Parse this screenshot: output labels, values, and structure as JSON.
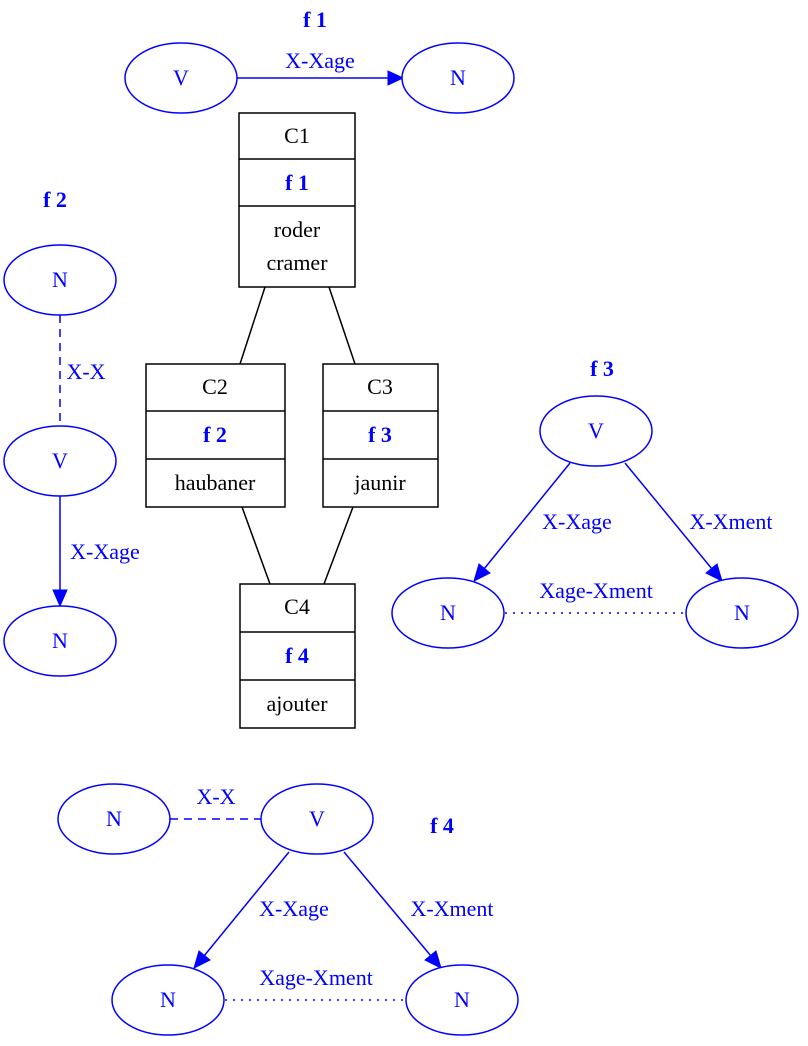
{
  "colors": {
    "graph": "#0000ff",
    "lattice": "#000000",
    "background": "#ffffff"
  },
  "f1": {
    "title": "f 1",
    "nodes": {
      "v": "V",
      "n": "N"
    },
    "edges": {
      "v_n": "X-Xage"
    }
  },
  "f2": {
    "title": "f 2",
    "nodes": {
      "n_top": "N",
      "v": "V",
      "n_bottom": "N"
    },
    "edges": {
      "n_v": "X-X",
      "v_n": "X-Xage"
    }
  },
  "f3": {
    "title": "f 3",
    "nodes": {
      "v": "V",
      "n_left": "N",
      "n_right": "N"
    },
    "edges": {
      "v_left": "X-Xage",
      "v_right": "X-Xment",
      "left_right": "Xage-Xment"
    }
  },
  "f4": {
    "title": "f 4",
    "nodes": {
      "n_top": "N",
      "v": "V",
      "n_left": "N",
      "n_right": "N"
    },
    "edges": {
      "n_v": "X-X",
      "v_left": "X-Xage",
      "v_right": "X-Xment",
      "left_right": "Xage-Xment"
    }
  },
  "lattice": {
    "c1": {
      "name": "C1",
      "feature": "f 1",
      "words": [
        "roder",
        "cramer"
      ]
    },
    "c2": {
      "name": "C2",
      "feature": "f 2",
      "words": [
        "haubaner"
      ]
    },
    "c3": {
      "name": "C3",
      "feature": "f 3",
      "words": [
        "jaunir"
      ]
    },
    "c4": {
      "name": "C4",
      "feature": "f 4",
      "words": [
        "ajouter"
      ]
    }
  }
}
